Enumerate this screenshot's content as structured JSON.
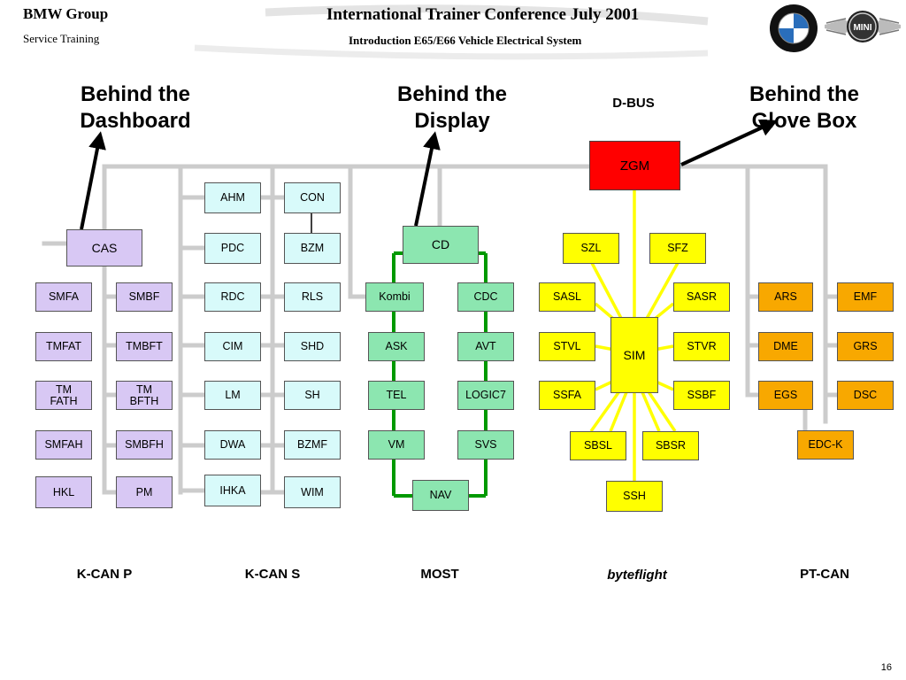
{
  "header": {
    "brand": "BMW Group",
    "brand_sub": "Service Training",
    "conference": "International Trainer Conference July 2001",
    "subtitle": "Introduction E65/E66 Vehicle Electrical System"
  },
  "logos": {
    "mini_text": "MINI"
  },
  "big_labels": {
    "dashboard": "Behind the\nDashboard",
    "display": "Behind the\nDisplay",
    "glovebox": "Behind the\nGlove Box"
  },
  "dbus": "D-BUS",
  "colors": {
    "lavender": "#d8c8f4",
    "cyan": "#d8fafa",
    "green": "#8ce6b0",
    "yellow": "#ffff00",
    "orange": "#f8a800",
    "red": "#ff0000",
    "bus_gray": "#cccccc",
    "most_green": "#009900"
  },
  "modules": {
    "zgm": "ZGM",
    "cas": "CAS",
    "smfa": "SMFA",
    "smbf": "SMBF",
    "tmfat": "TMFAT",
    "tmbft": "TMBFT",
    "tmfath": "TM\nFATH",
    "tmbfth": "TM\nBFTH",
    "smfah": "SMFAH",
    "smbfh": "SMBFH",
    "hkl": "HKL",
    "pm": "PM",
    "ahm": "AHM",
    "con": "CON",
    "pdc": "PDC",
    "bzm": "BZM",
    "rdc": "RDC",
    "rls": "RLS",
    "cim": "CIM",
    "shd": "SHD",
    "lm": "LM",
    "sh": "SH",
    "dwa": "DWA",
    "bzmf": "BZMF",
    "ihka": "IHKA",
    "wim": "WIM",
    "cd": "CD",
    "kombi": "Kombi",
    "cdc": "CDC",
    "ask": "ASK",
    "avt": "AVT",
    "tel": "TEL",
    "logic7": "LOGIC7",
    "vm": "VM",
    "svs": "SVS",
    "nav": "NAV",
    "szl": "SZL",
    "sfz": "SFZ",
    "sasl": "SASL",
    "sasr": "SASR",
    "stvl": "STVL",
    "stvr": "STVR",
    "sim": "SIM",
    "ssfa": "SSFA",
    "ssbf": "SSBF",
    "sbsl": "SBSL",
    "sbsr": "SBSR",
    "ssh": "SSH",
    "ars": "ARS",
    "emf": "EMF",
    "dme": "DME",
    "grs": "GRS",
    "egs": "EGS",
    "dsc": "DSC",
    "edck": "EDC-K"
  },
  "bus_labels": {
    "kcanp": "K-CAN P",
    "kcans": "K-CAN S",
    "most": "MOST",
    "byteflight": "byteflight",
    "ptcan": "PT-CAN"
  },
  "page_number": "16"
}
